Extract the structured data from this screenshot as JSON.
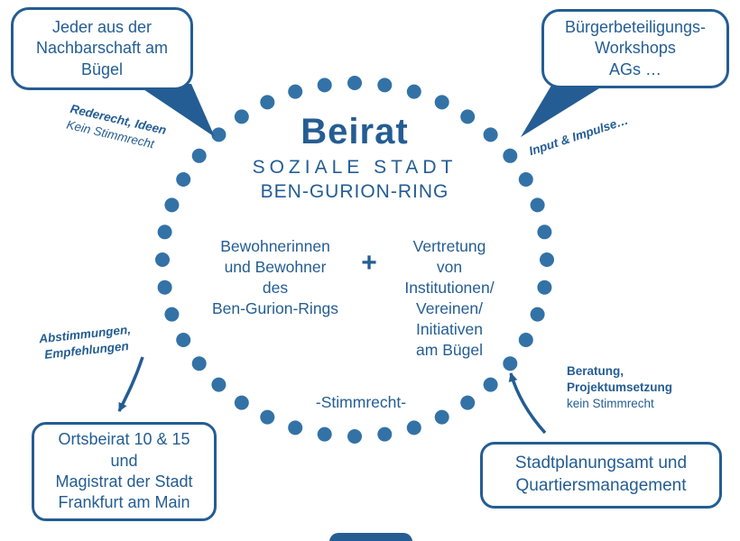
{
  "colors": {
    "accent": "#245d93",
    "dot": "#3372a6"
  },
  "circle": {
    "title": "Beirat",
    "subtitle1": "SOZIALE STADT",
    "subtitle2": "BEN-GURION-RING",
    "left_group": "Bewohnerinnen\nund Bewohner\ndes\nBen-Gurion-Rings",
    "plus": "+",
    "right_group": "Vertretung\nvon\nInstitutionen/\nVereinen/\nInitiativen\nam Bügel",
    "voting": "-Stimmrecht-"
  },
  "bubbles": {
    "top_left": {
      "text": "Jeder aus der\nNachbarschaft am\nBügel"
    },
    "top_right": {
      "text": "Bürgerbeteiligungs-\nWorkshops\nAGs …"
    },
    "bottom_left": {
      "text": "Ortsbeirat 10 & 15\nund\nMagistrat der Stadt\nFrankfurt am Main"
    },
    "bottom_right": {
      "text": "Stadtplanungsamt und\nQuartiersmanagement"
    }
  },
  "labels": {
    "top_left_bold": "Rederecht, Ideen",
    "top_left_normal": "Kein Stimmrecht",
    "top_right_bold": "Input & Impulse…",
    "bottom_left_bold": "Abstimmungen,\nEmpfehlungen",
    "bottom_right_bold": "Beratung,\nProjektumsetzung",
    "bottom_right_normal": "kein Stimmrecht"
  }
}
